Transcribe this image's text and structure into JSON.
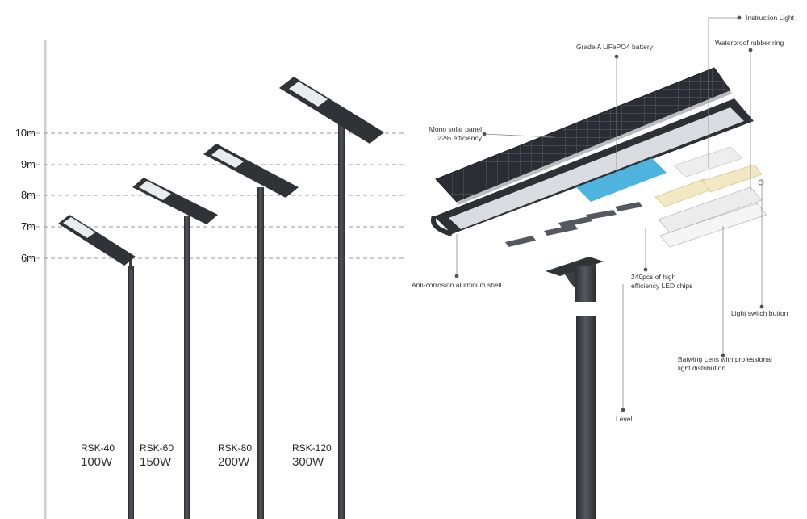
{
  "heights": [
    "10m",
    "9m",
    "8m",
    "7m",
    "6m"
  ],
  "models": [
    {
      "name": "RSK-40",
      "power": "100W"
    },
    {
      "name": "RSK-60",
      "power": "150W"
    },
    {
      "name": "RSK-80",
      "power": "200W"
    },
    {
      "name": "RSK-120",
      "power": "300W"
    }
  ],
  "callouts": {
    "instruction_light": "Instruction Light",
    "battery": "Grade A LiFePO4 battery",
    "rubber_ring": "Waterproof rubber ring",
    "solar_panel_line1": "Mono solar panel",
    "solar_panel_line2": "22% efficiency",
    "shell": "Anti-corrosion aluminum shell",
    "led_line1": "240pcs of high",
    "led_line2": "efficiency LED chips",
    "switch": "Light switch button",
    "lens_line1": "Batwing Lens with professional",
    "lens_line2": "light distribution",
    "level": "Level"
  },
  "colors": {
    "pole": "#3a3d42",
    "battery": "#4fb3e0",
    "guide": "#999999"
  }
}
